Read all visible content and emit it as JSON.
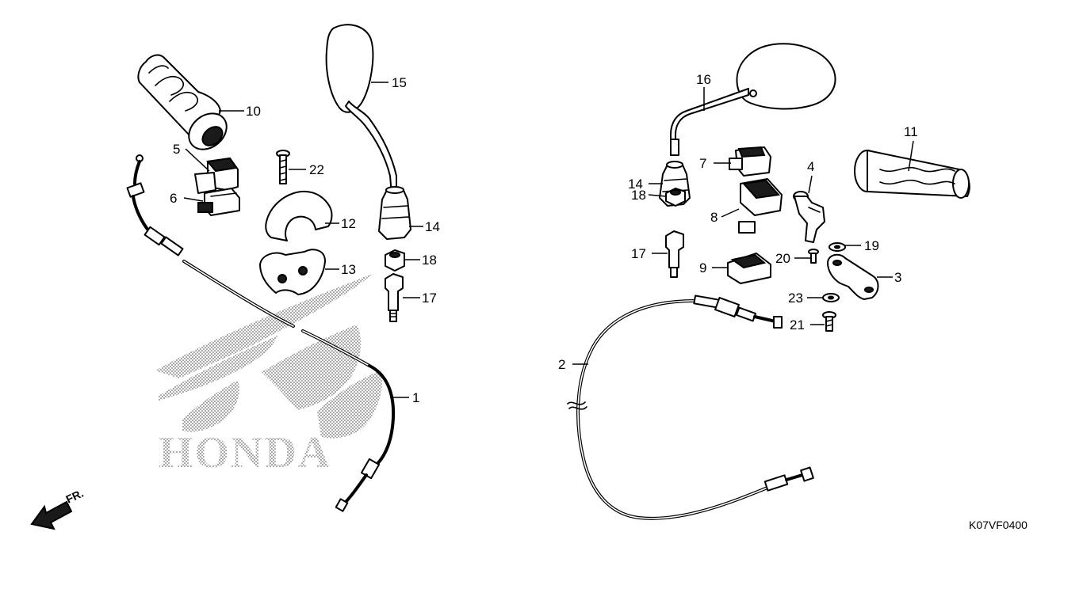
{
  "diagram": {
    "reference_code": "K07VF0400",
    "direction_label": "FR.",
    "watermark": {
      "kind": "logo",
      "text": "HONDA"
    },
    "callouts": [
      "1",
      "2",
      "3",
      "4",
      "5",
      "6",
      "7",
      "8",
      "9",
      "10",
      "11",
      "12",
      "13",
      "14",
      "14",
      "15",
      "16",
      "17",
      "17",
      "18",
      "18",
      "19",
      "20",
      "21",
      "22",
      "23"
    ]
  }
}
